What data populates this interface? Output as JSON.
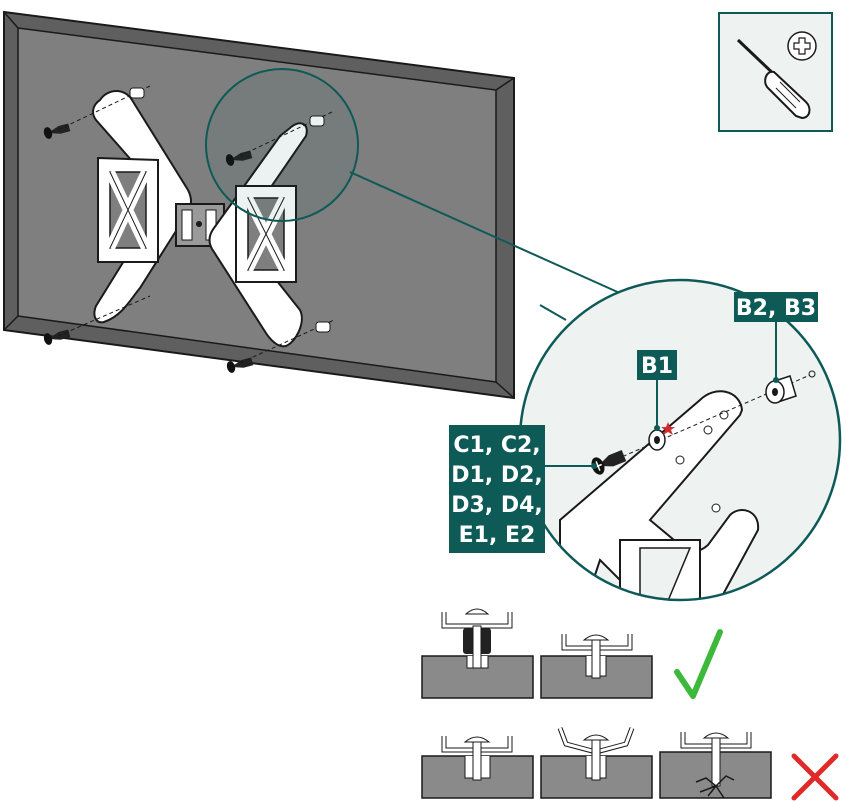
{
  "colors": {
    "teal": "#0e5a57",
    "tv_fill": "#7f7f7f",
    "tv_border": "#5f5f5f",
    "wall": "#8a8a8a",
    "check": "#3cb83a",
    "cross": "#e02a2a",
    "star": "#d22b2b"
  },
  "tool": {
    "icon": "phillips-screwdriver-icon",
    "symbol": "phillips-head-symbol"
  },
  "labels": {
    "b1": "B1",
    "b2b3": "B2, B3",
    "screws": [
      "C1, C2,",
      "D1, D2,",
      "D3, D4,",
      "E1, E2"
    ]
  },
  "examples": {
    "correct": [
      "spacer-correct",
      "flush-correct"
    ],
    "incorrect": [
      "gap-incorrect",
      "bent-incorrect",
      "cracked-incorrect"
    ],
    "correct_icon": "checkmark-icon",
    "incorrect_icon": "cross-icon"
  }
}
